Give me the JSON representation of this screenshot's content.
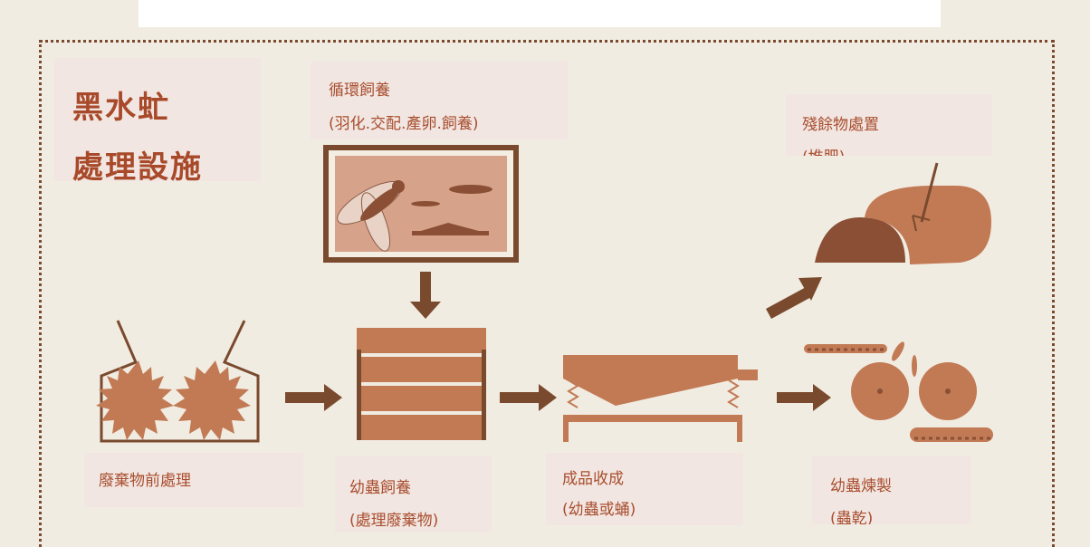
{
  "title": {
    "line1": "黑水虻",
    "line2": "處理設施"
  },
  "steps": {
    "cycle": {
      "line1": "循環飼養",
      "line2": "(羽化.交配.產卵.飼養)"
    },
    "residue": {
      "line1": "殘餘物處置",
      "line2": "(堆肥)"
    },
    "pretreat": {
      "line1": "廢棄物前處理"
    },
    "larva": {
      "line1": "幼蟲飼養",
      "line2": "(處理廢棄物)"
    },
    "harvest": {
      "line1": "成品收成",
      "line2": "(幼蟲或蛹)"
    },
    "process": {
      "line1": "幼蟲煉製",
      "line2": "(蟲乾)"
    }
  },
  "colors": {
    "accent": "#c27a55",
    "dark": "#7a4a2e",
    "background": "#f1ece2",
    "label_bg": "#f2e6e2",
    "text": "#a84e2e"
  },
  "icons": [
    "fly-larvae-frame-icon",
    "shredder-icon",
    "rearing-rack-icon",
    "sieve-icon",
    "compost-pile-icon",
    "roller-dryer-icon",
    "arrow-icon"
  ]
}
